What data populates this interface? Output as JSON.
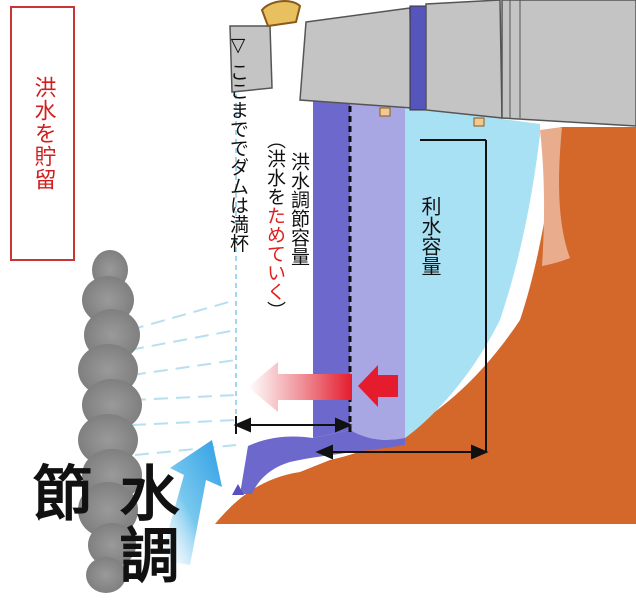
{
  "labels": {
    "storage_badge": "洪水を貯留",
    "big_title_fragment": "水調節",
    "full_level_note": "▽ ここまででダムは満杯",
    "flood_capacity": "洪水調節容量",
    "flood_capacity_note_open": "（洪水を",
    "flood_capacity_note_red": "ためていく",
    "flood_capacity_note_close": "）",
    "water_use_capacity": "利水容量"
  },
  "colors": {
    "ground": "#d4672a",
    "flood_dark": "#6c68cc",
    "flood_light": "#a9a6e4",
    "water_use": "#a9e1f4",
    "sediment": "#e9ad8e",
    "dam_gray": "#c4c4c4",
    "red_text": "#e02020",
    "badge_border": "#c83535"
  }
}
